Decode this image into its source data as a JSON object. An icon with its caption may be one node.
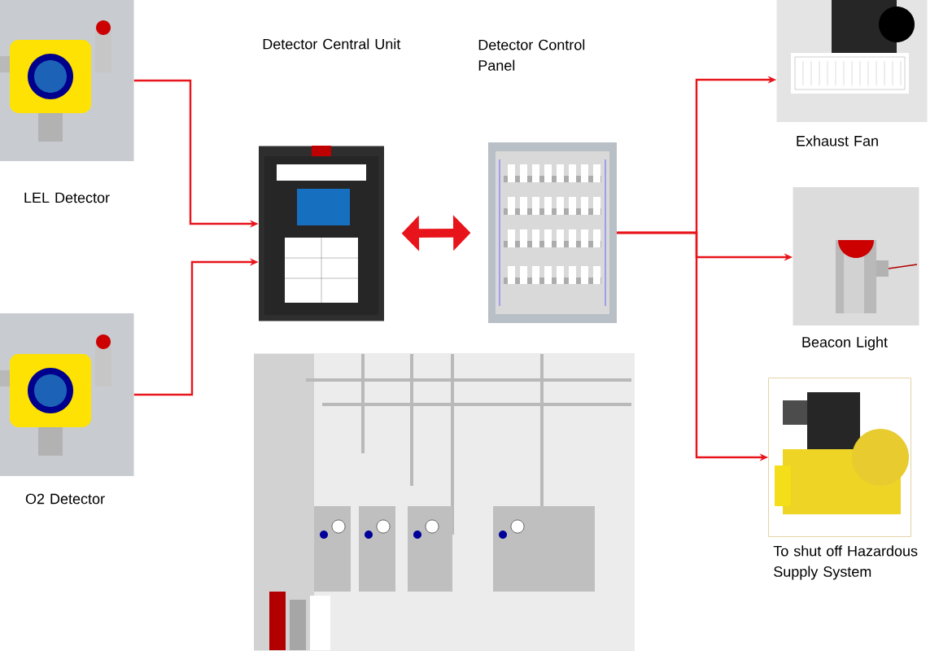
{
  "diagram": {
    "nodes": [
      {
        "text": [],
        "shape": "picture",
        "beside": [
          "LEL Detector"
        ]
      },
      {
        "text": [],
        "shape": "picture",
        "beside": [
          "O2 Detector"
        ]
      },
      {
        "text": [],
        "shape": "picture"
      },
      {
        "text": [],
        "shape": "picture"
      },
      {
        "text": [],
        "shape": "picture",
        "beside": [
          "Exhaust Fan"
        ]
      },
      {
        "text": [],
        "shape": "picture",
        "beside": [
          "Beacon Light"
        ]
      },
      {
        "text": [],
        "shape": "picture",
        "beside": [
          "To shut off Hazardous Supply System"
        ]
      },
      {
        "text": [],
        "shape": "picture"
      }
    ],
    "edges": [
      {
        "from": 0,
        "to": 2,
        "arrow": "to"
      },
      {
        "from": 1,
        "to": 2,
        "arrow": "to"
      },
      {
        "from": 2,
        "to": 3,
        "arrow": "both",
        "style": "thick"
      },
      {
        "from": 3,
        "to": 4,
        "arrow": "to"
      },
      {
        "from": 3,
        "to": 5,
        "arrow": "to"
      },
      {
        "from": 3,
        "to": 6,
        "arrow": "to"
      }
    ],
    "labels": [
      "Detector Central Unit",
      "Detector Control Panel"
    ]
  }
}
